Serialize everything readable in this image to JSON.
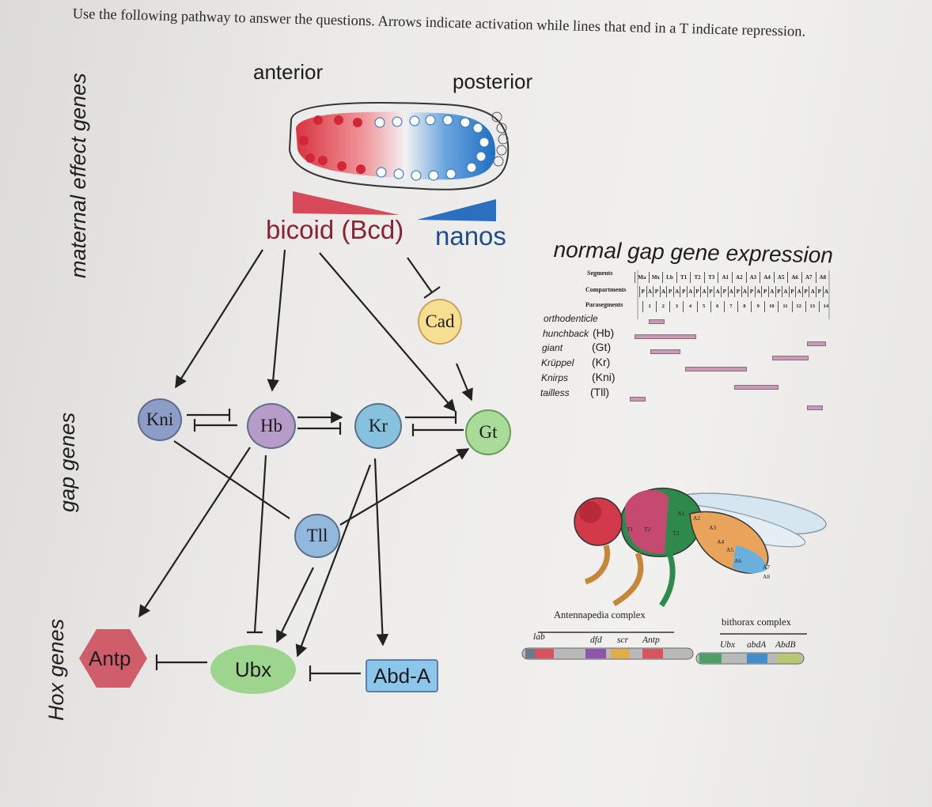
{
  "instruction": "Use the following pathway to answer the questions. Arrows indicate activation while lines that end in a T indicate repression.",
  "rows": {
    "maternal": "maternal effect genes",
    "gap": "gap genes",
    "hox": "Hox genes"
  },
  "embryo": {
    "anterior": "anterior",
    "posterior": "posterior",
    "bicoid": "bicoid (Bcd)",
    "nanos": "nanos",
    "anterior_color": "#d9343f",
    "posterior_color": "#1f6fc2"
  },
  "nodes": {
    "kni": "Kni",
    "hb": "Hb",
    "kr": "Kr",
    "gt": "Gt",
    "cad": "Cad",
    "tll": "Tll",
    "antp": "Antp",
    "ubx": "Ubx",
    "abda": "Abd-A"
  },
  "node_colors": {
    "kni": "#8e9cc8",
    "hb": "#b79cc9",
    "kr": "#86c1dd",
    "gt": "#a9dc98",
    "cad": "#f7df92",
    "tll": "#93b8dd",
    "antp": "#cf5e6a",
    "ubx": "#9dd58e",
    "abda": "#8cc6ea"
  },
  "expression": {
    "title": "normal gap gene expression",
    "header_labels": [
      "Segments",
      "Compartments",
      "Parasegments"
    ],
    "segments": [
      "Ma",
      "Mx",
      "Lb",
      "T1",
      "T2",
      "T3",
      "A1",
      "A2",
      "A3",
      "A4",
      "A5",
      "A6",
      "A7",
      "A8"
    ],
    "compartments": [
      "P",
      "A",
      "P",
      "A",
      "P",
      "A",
      "P",
      "A",
      "P",
      "A",
      "P",
      "A",
      "P",
      "A",
      "P",
      "A",
      "P",
      "A",
      "P",
      "A",
      "P",
      "A",
      "P",
      "A",
      "P",
      "A",
      "P",
      "A"
    ],
    "parasegments": [
      "1",
      "2",
      "3",
      "4",
      "5",
      "6",
      "7",
      "8",
      "9",
      "10",
      "11",
      "12",
      "13",
      "14"
    ],
    "genes": [
      {
        "name": "orthodenticle",
        "abbr": ""
      },
      {
        "name": "hunchback",
        "abbr": "(Hb)"
      },
      {
        "name": "giant",
        "abbr": "(Gt)"
      },
      {
        "name": "Krüppel",
        "abbr": "(Kr)"
      },
      {
        "name": "Knirps",
        "abbr": "(Kni)"
      },
      {
        "name": "tailless",
        "abbr": "(Tll)"
      }
    ],
    "bar_color": "#c79bb4"
  },
  "fly": {
    "segment_labels": [
      "T1",
      "T2",
      "T3",
      "A1",
      "A2",
      "A3",
      "A4",
      "A5",
      "A6",
      "A7",
      "A8"
    ]
  },
  "hox_complexes": {
    "antennapedia": "Antennapedia complex",
    "bithorax": "bithorax complex",
    "antennapedia_genes": [
      "lab",
      "dfd",
      "scr",
      "Antp"
    ],
    "bithorax_genes": [
      "Ubx",
      "abdA",
      "AbdB"
    ]
  }
}
